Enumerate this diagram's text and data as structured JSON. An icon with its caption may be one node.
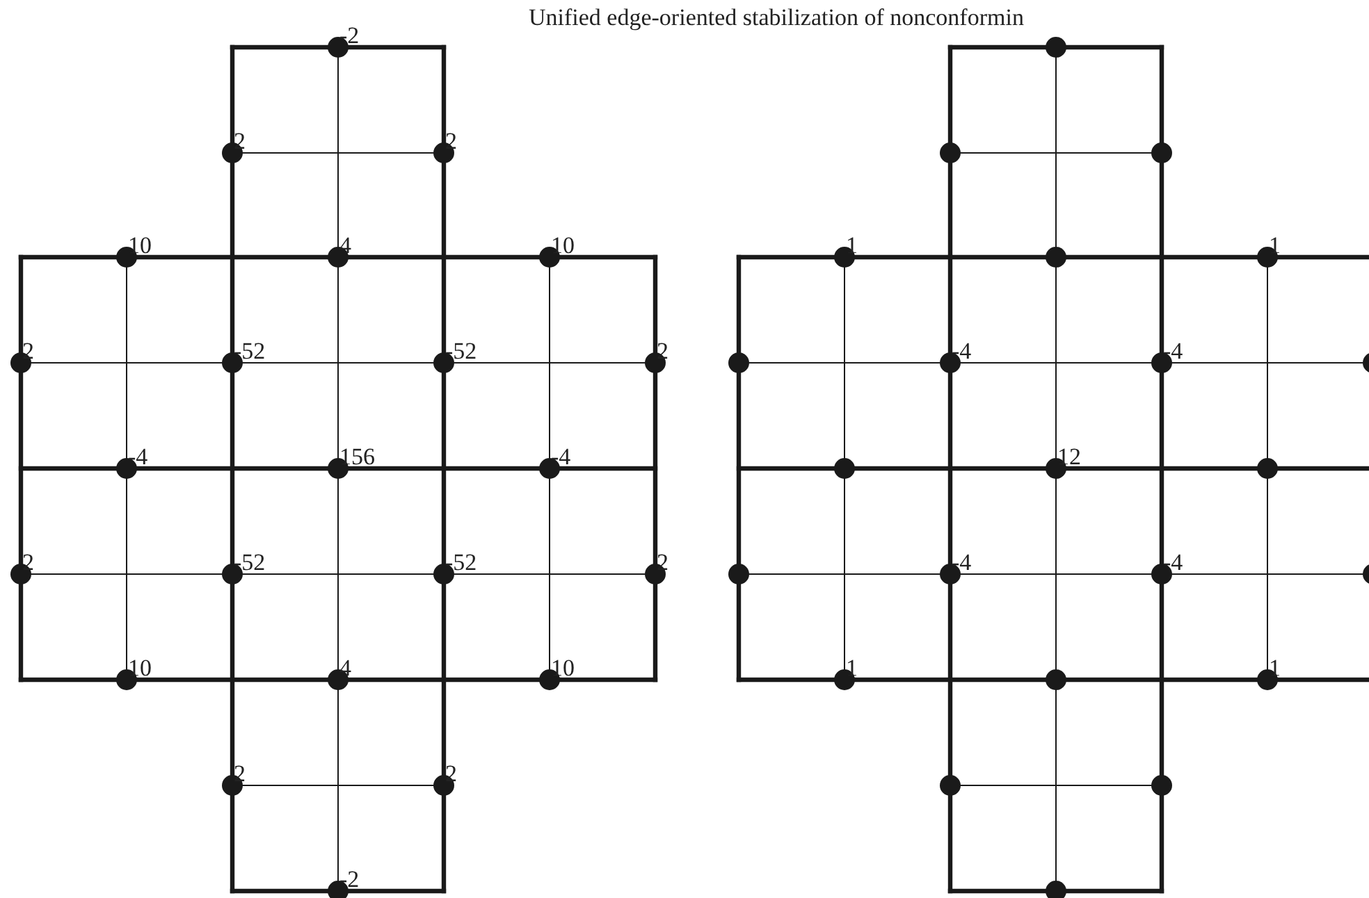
{
  "diagram": {
    "labels": [
      "Unified edge-oriented stabilization of nonconformin",
      "-2",
      "2",
      "2",
      "10",
      "4",
      "10",
      "2",
      "-52",
      "-52",
      "2",
      "-4",
      "156",
      "-4",
      "2",
      "-52",
      "-52",
      "2",
      "10",
      "4",
      "10",
      "2",
      "2",
      "-2",
      "1",
      "1",
      "-4",
      "-4",
      "12",
      "-4",
      "-4",
      "1",
      "1"
    ]
  }
}
